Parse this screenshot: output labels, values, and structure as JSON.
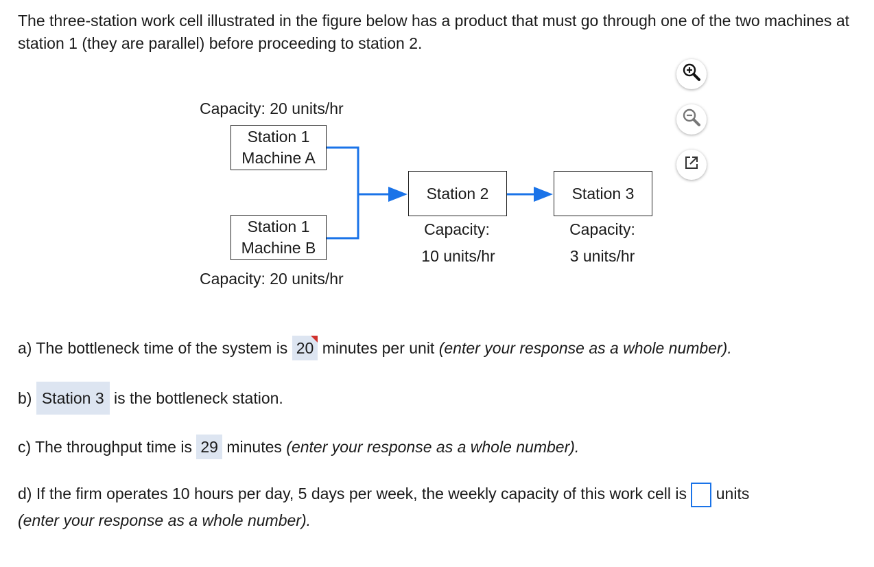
{
  "intro": "The three-station work cell illustrated in the figure below has a product that must go through one of the two machines at station 1 (they are parallel) before proceeding to station 2.",
  "toolbar": {
    "zoom_in_icon": "zoom-in-icon",
    "zoom_out_icon": "zoom-out-icon",
    "popout_icon": "open-external-icon"
  },
  "diagram": {
    "cap_top": "Capacity: 20 units/hr",
    "cap_bottom": "Capacity: 20 units/hr",
    "machine_a": {
      "line1": "Station 1",
      "line2": "Machine A"
    },
    "machine_b": {
      "line1": "Station 1",
      "line2": "Machine B"
    },
    "station2": "Station 2",
    "station3": "Station 3",
    "station2_cap": {
      "line1": "Capacity:",
      "line2": "10 units/hr"
    },
    "station3_cap": {
      "line1": "Capacity:",
      "line2": "3 units/hr"
    },
    "arrow_color": "#1a73e8"
  },
  "questions": {
    "a": {
      "prefix": "a) The bottleneck time of the system is",
      "answer": "20",
      "suffix": "minutes per unit",
      "hint": "(enter your response as a whole number)."
    },
    "b": {
      "prefix": "b)",
      "answer": "Station 3",
      "suffix": "is the bottleneck station."
    },
    "c": {
      "prefix": "c) The throughput time is",
      "answer": "29",
      "suffix": "minutes",
      "hint": "(enter your response as a whole number)."
    },
    "d": {
      "prefix": "d) If the firm operates 10 hours per day, 5 days per week, the weekly capacity of this work cell is",
      "answer": "",
      "suffix": "units",
      "hint": "(enter your response as a whole number)."
    }
  },
  "colors": {
    "answer_bg": "#dde5f1",
    "input_border": "#1a73e8",
    "incorrect_flag": "#d0312d"
  }
}
